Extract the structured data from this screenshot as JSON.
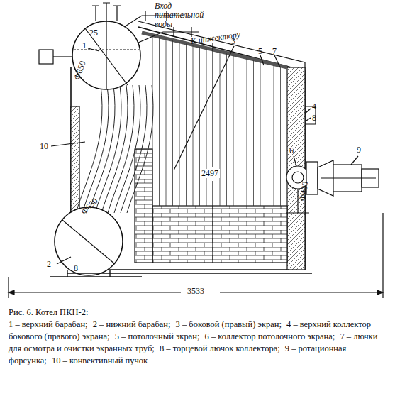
{
  "diagram": {
    "caption": "Рис. 6. Котел ПКН-2:",
    "labels": [
      "Вход питательной воды",
      "К инжектору",
      "1",
      "25",
      "Ф650",
      "3",
      "5",
      "7",
      "4",
      "8",
      "10",
      "2497",
      "6",
      "9",
      "Ф400",
      "Ф650",
      "2",
      "8",
      "3533",
      "1 – верхний барабан;",
      "2 – нижний барабан;",
      "3 – боковой (правый) экран;",
      "4 – верхний коллектор бокового (правого) экрана;",
      "5 – потолочный экран;",
      "6 – коллектор потолочного экрана;",
      "7 – лючки для осмотра и очистки экранных труб;",
      "8 – торцевой лючок коллектора;",
      "9 – ротационная форсунка;",
      "10 – конвективный пучок"
    ]
  }
}
